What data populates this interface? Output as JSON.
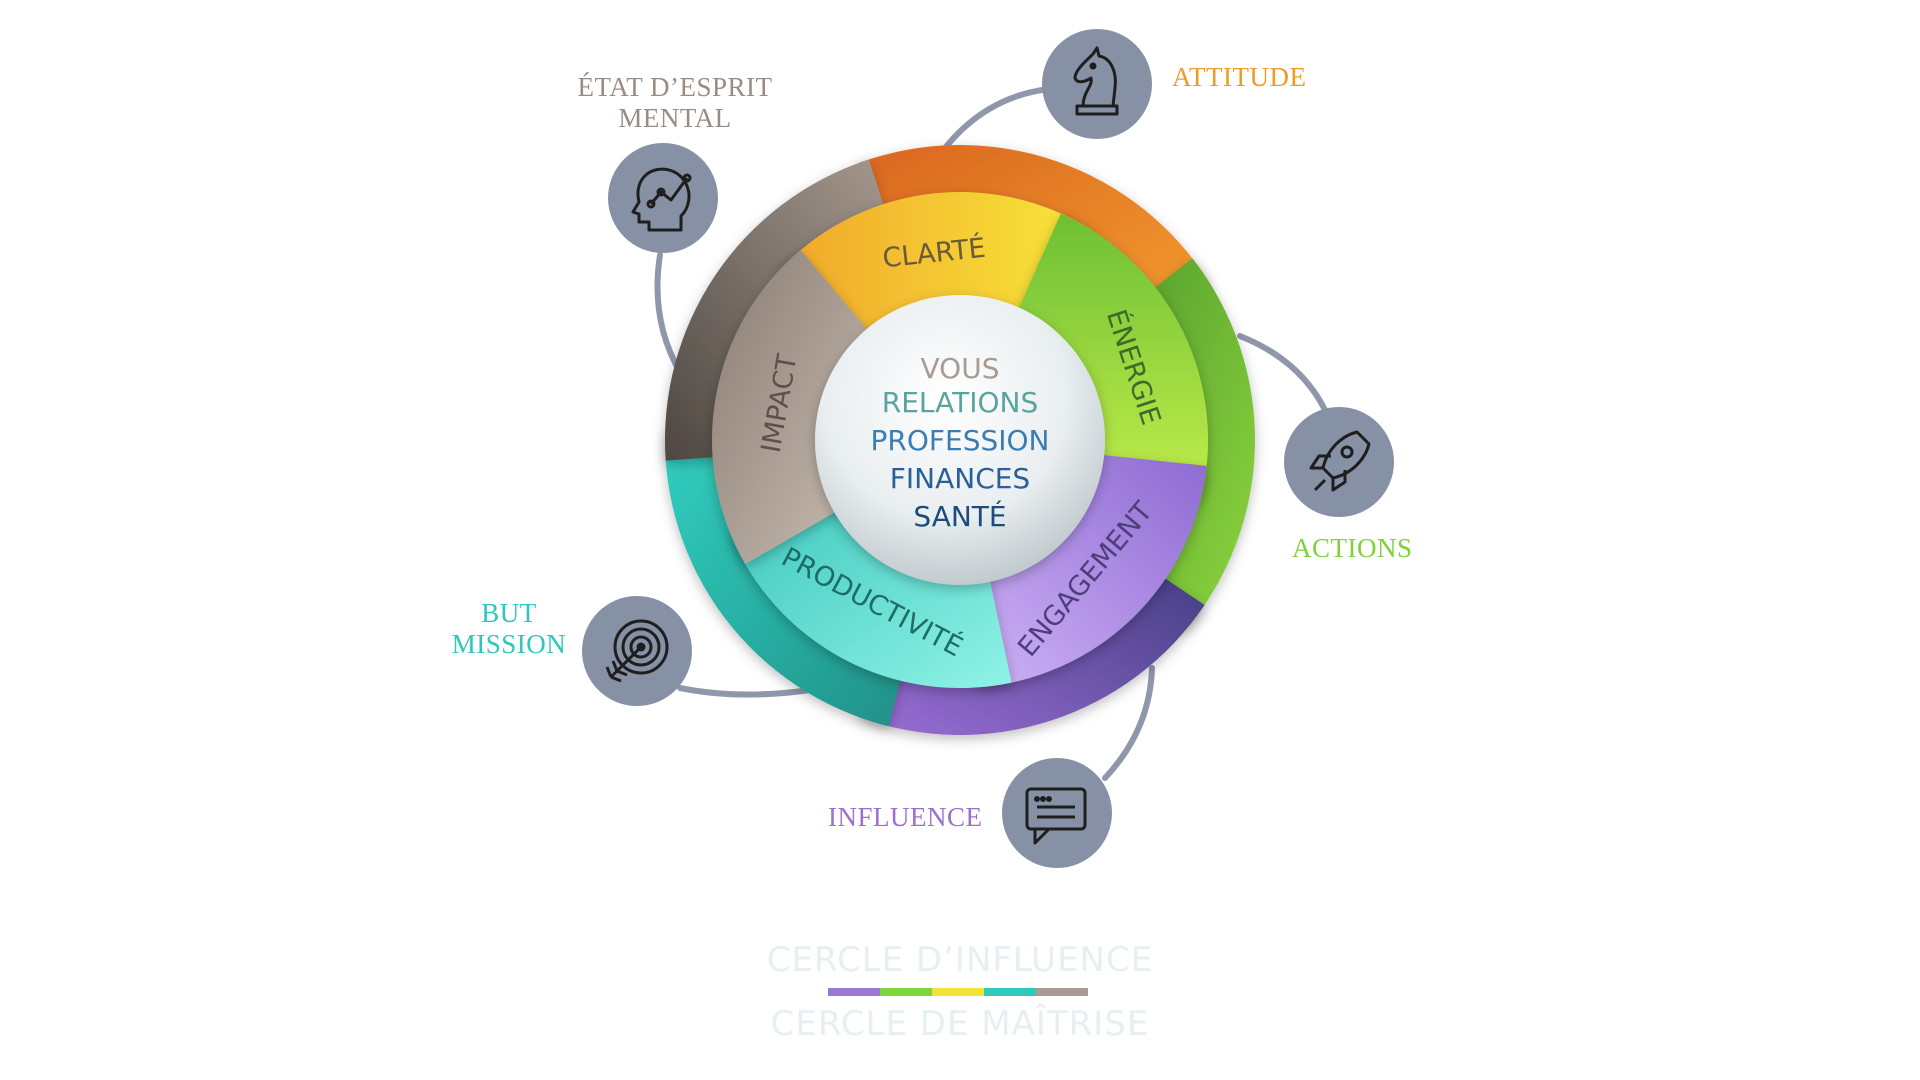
{
  "center": {
    "lines": [
      "VOUS",
      "RELATIONS",
      "PROFESSION",
      "FINANCES",
      "SANTÉ"
    ]
  },
  "inner_ring": {
    "segments": [
      "CLARTÉ",
      "ÉNERGIE",
      "ENGAGEMENT",
      "PRODUCTIVITÉ",
      "IMPACT"
    ]
  },
  "outer_labels": {
    "attitude": "ATTITUDE",
    "actions": "ACTIONS",
    "influence": "INFLUENCE",
    "but": "BUT",
    "mission": "MISSION",
    "etat_line1": "ÉTAT D’ESPRIT",
    "etat_line2": "MENTAL"
  },
  "icons": {
    "attitude": "chess-knight-icon",
    "actions": "rocket-icon",
    "influence": "chat-bubble-icon",
    "mission": "target-arrow-icon",
    "etat": "head-growth-icon"
  },
  "footer": {
    "top": "CERCLE D’INFLUENCE",
    "bottom": "CERCLE DE MAÎTRISE",
    "bar_colors": [
      "#9b77d6",
      "#7ed63a",
      "#f2e23a",
      "#2fc9bd",
      "#aa9c92"
    ]
  },
  "colors": {
    "orange": "#f29a28",
    "green": "#7ed13b",
    "purple": "#9d6fd1",
    "teal": "#2cc7bd",
    "taupe": "#9b8c82",
    "icon_disc": "#8791a5",
    "connector": "#8f98ab",
    "center_text_top": "#9d9088",
    "center_text_blue": "#2f6fa3",
    "center_text_dark": "#1a4d7e"
  }
}
